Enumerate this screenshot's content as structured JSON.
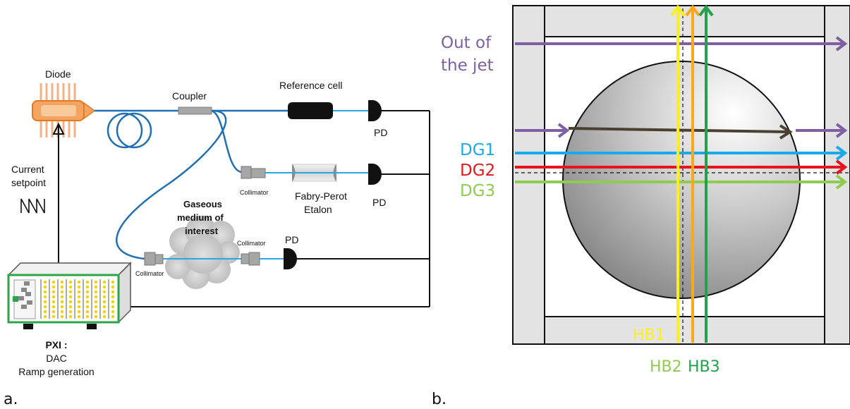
{
  "panel_a": {
    "tag": "a.",
    "labels": {
      "diode": "Diode",
      "coupler": "Coupler",
      "reference_cell": "Reference cell",
      "pd1": "PD",
      "pd2": "PD",
      "pd3": "PD",
      "collimator_fp": "Collimator",
      "fabry_perot_1": "Fabry-Perot",
      "fabry_perot_2": "Etalon",
      "gas_1": "Gaseous",
      "gas_2": "medium of",
      "gas_3": "interest",
      "collimator_in": "Collimator",
      "collimator_out": "Collimator",
      "current_1": "Current",
      "current_2": "setpoint",
      "pxi_1": "PXI :",
      "pxi_2": "DAC",
      "pxi_3": "Ramp generation"
    }
  },
  "panel_b": {
    "tag": "b.",
    "labels": {
      "out_1": "Out of",
      "out_2": "the jet",
      "dg1": "DG1",
      "dg2": "DG2",
      "dg3": "DG3",
      "hb1": "HB1",
      "hb2": "HB2",
      "hb3": "HB3"
    },
    "colors": {
      "out": "#7e60a2",
      "dg1": "#1aa9ea",
      "dg2": "#e8141c",
      "dg3": "#8fcb50",
      "hb1": "#fdf01a",
      "hb2": "#f8a81a",
      "hb3": "#22a24a",
      "hb2_label": "#8fcb50",
      "hb3_label": "#22a24a",
      "mid_arrow": "#4a4030"
    }
  }
}
